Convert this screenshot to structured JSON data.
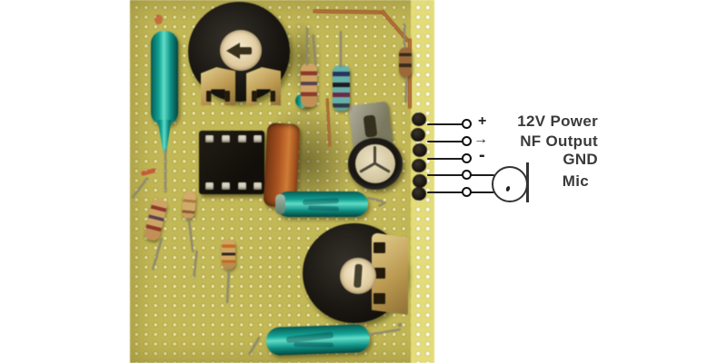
{
  "annotations": {
    "rows": [
      {
        "symbol": "+",
        "label": "12V Power"
      },
      {
        "symbol": "→",
        "label": "NF Output"
      },
      {
        "symbol": "-",
        "label": "GND"
      },
      {
        "symbol": "",
        "label": "Mic"
      }
    ]
  },
  "icons": {
    "plus_symbol": "plus",
    "output_symbol": "right-arrow",
    "minus_symbol": "minus",
    "mic_symbol": "microphone-schematic-circle"
  },
  "palette": {
    "background": "#ffffff",
    "board": "#c2b85a",
    "board_holes": "#f0eaa8",
    "component_teal": "#16a394",
    "copper_wire": "#b06f3e",
    "trimmer_black": "#17130e",
    "trimmer_rotor": "#e9dcb6",
    "brass_contacts": "#c9ae6a",
    "annotation_line": "#1d1d1d",
    "annotation_text": "#3a3a3a"
  },
  "components": [
    {
      "name": "perfboard",
      "type": "perforated prototype board"
    },
    {
      "name": "trimmer-potentiometer-top",
      "type": "trimmer potentiometer"
    },
    {
      "name": "trimmer-potentiometer-bottom",
      "type": "trimmer potentiometer"
    },
    {
      "name": "ic-dip8",
      "type": "8-pin DIP IC"
    },
    {
      "name": "electrolytic-capacitor",
      "type": "electrolytic capacitor with clamp"
    },
    {
      "name": "capacitor-teal-vertical",
      "type": "teal axial component"
    },
    {
      "name": "inductor-teal-middle",
      "type": "teal axial component"
    },
    {
      "name": "inductor-teal-bottom",
      "type": "teal axial component"
    },
    {
      "name": "resistors",
      "type": "axial resistors"
    },
    {
      "name": "jumper-wire-copper",
      "type": "copper jumper wire"
    },
    {
      "name": "header-pins",
      "type": "solder terminal pins"
    }
  ]
}
